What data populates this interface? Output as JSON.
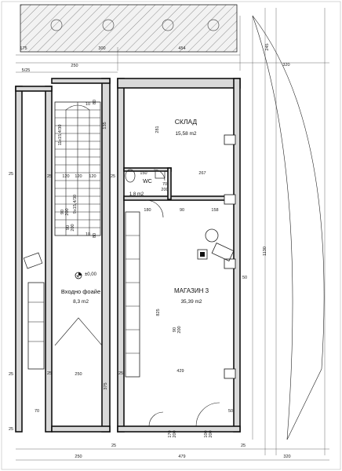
{
  "rooms": {
    "sklad": {
      "name": "СКЛАД",
      "area": "15,58 m2"
    },
    "wc": {
      "name": "WC",
      "area": "1,8 m2"
    },
    "foyer": {
      "name": "Входно фоайе",
      "area": "8,3 m2",
      "level": "±0,00"
    },
    "shop": {
      "name": "МАГАЗИН 3",
      "area": "35,39 m2"
    }
  },
  "dimensions": {
    "top": [
      "250",
      "175",
      "300",
      "454",
      "320",
      "245",
      "5/25"
    ],
    "sklad_area": [
      "281",
      "267",
      "150",
      "70",
      "200",
      "180",
      "90",
      "158"
    ],
    "stairs": [
      "135",
      "120",
      "120",
      "120",
      "25",
      "25",
      "80",
      "80",
      "10",
      "10"
    ],
    "stair_runs": [
      "11x15,4/30",
      "9x15,4/30",
      "90",
      "200"
    ],
    "doors": [
      "90",
      "200",
      "90",
      "200",
      "170",
      "200",
      "100",
      "200"
    ],
    "shop_area": [
      "825",
      "1130",
      "429",
      "50",
      "50",
      "25"
    ],
    "foyer_area": [
      "250",
      "375",
      "70",
      "25"
    ],
    "bottom": [
      "250",
      "479",
      "320",
      "25",
      "25"
    ],
    "left": [
      "25",
      "25",
      "25"
    ]
  },
  "colors": {
    "ink": "#111111",
    "wall": "#d9d9d9",
    "paper": "#ffffff"
  }
}
